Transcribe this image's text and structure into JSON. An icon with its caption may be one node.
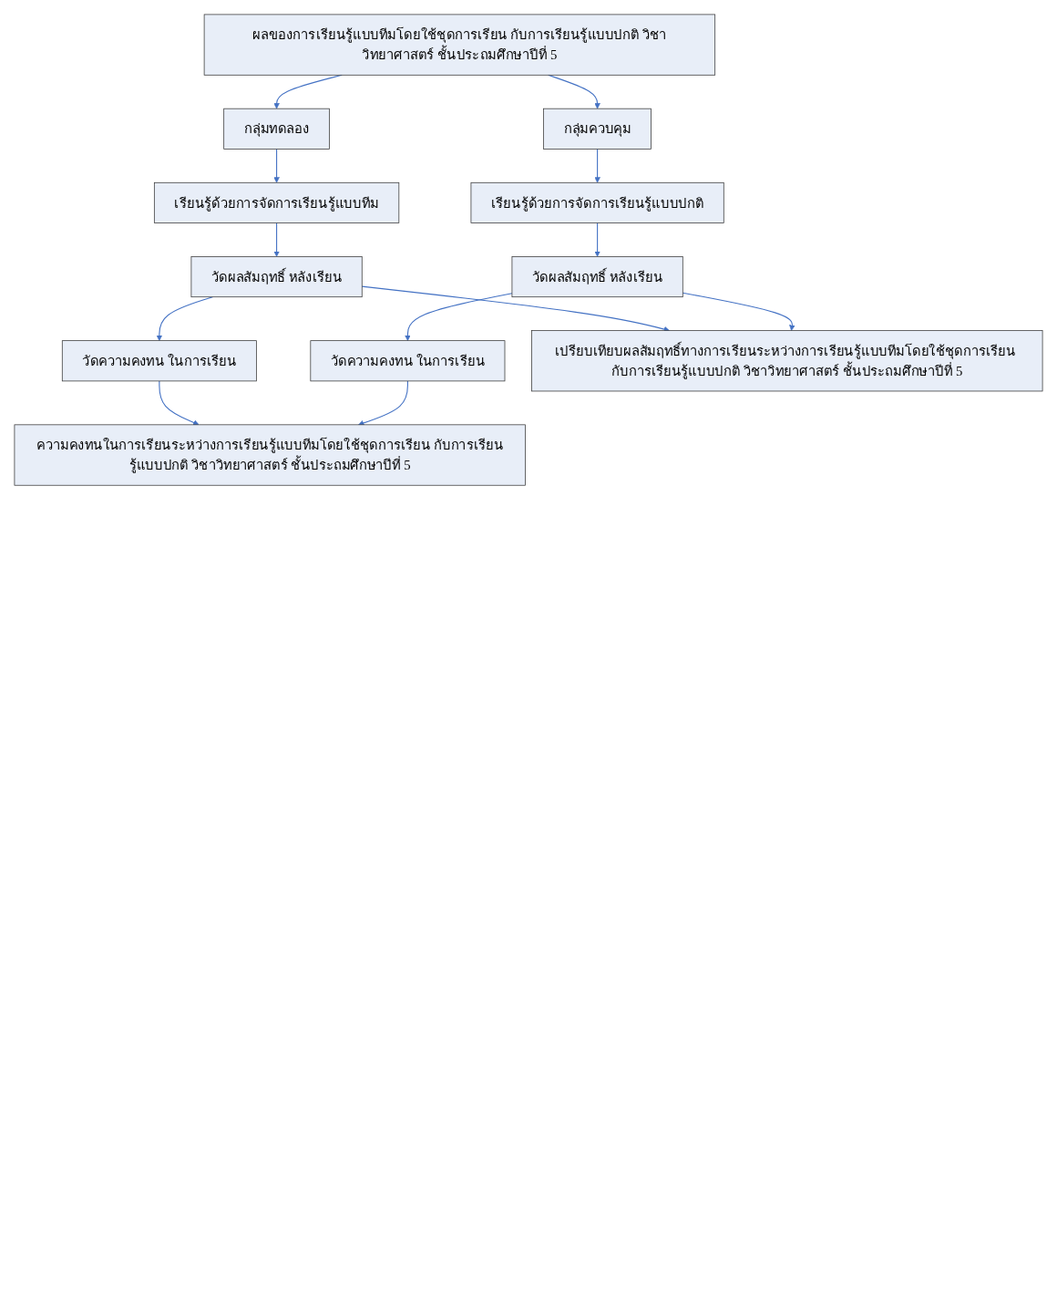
{
  "diagram": {
    "nodes": [
      {
        "text": [
          "ผลของการเรียนรู้แบบทีมโดยใช้ชุดการเรียน กับการเรียนรู้แบบปกติ วิชาวิทยาศาสตร์ ชั้นประถมศึกษาปีที่ 5"
        ]
      },
      {
        "text": [
          "กลุ่มทดลอง"
        ]
      },
      {
        "text": [
          "กลุ่มควบคุม"
        ]
      },
      {
        "text": [
          "เรียนรู้ด้วยการจัดการเรียนรู้แบบทีม"
        ]
      },
      {
        "text": [
          "เรียนรู้ด้วยการจัดการเรียนรู้แบบปกติ"
        ]
      },
      {
        "text": [
          "วัดความคงทน ในการเรียน"
        ]
      },
      {
        "text": [
          "วัดผลสัมฤทธิ์ หลังเรียน"
        ]
      },
      {
        "text": [
          "วัดผลสัมฤทธิ์ หลังเรียน"
        ]
      },
      {
        "text": [
          "วัดความคงทน ในการเรียน"
        ]
      },
      {
        "text": [
          "เปรียบเทียบผลสัมฤทธิ์ทางการเรียนระหว่างการเรียนรู้แบบทีมโดยใช้ชุดการเรียน กับการเรียนรู้แบบปกติ วิชาวิทยาศาสตร์ ชั้นประถมศึกษาปีที่ 5"
        ]
      },
      {
        "text": [
          "ความคงทนในการเรียนระหว่างการเรียนรู้แบบทีมโดยใช้ชุดการเรียน กับการเรียนรู้แบบปกติ วิชาวิทยาศาสตร์ ชั้นประถมศึกษาปีที่ 5"
        ]
      }
    ],
    "edges": [
      {
        "from": 0,
        "to": 1,
        "arrow": "to"
      },
      {
        "from": 0,
        "to": 2,
        "arrow": "to"
      },
      {
        "from": 1,
        "to": 3,
        "arrow": "to"
      },
      {
        "from": 2,
        "to": 4,
        "arrow": "to"
      },
      {
        "from": 3,
        "to": 6,
        "arrow": "to"
      },
      {
        "from": 4,
        "to": 7,
        "arrow": "to"
      },
      {
        "from": 6,
        "to": 5,
        "arrow": "to"
      },
      {
        "from": 7,
        "to": 8,
        "arrow": "to"
      },
      {
        "from": 6,
        "to": 9,
        "arrow": "to"
      },
      {
        "from": 7,
        "to": 9,
        "arrow": "to"
      },
      {
        "from": 5,
        "to": 10,
        "arrow": "to"
      },
      {
        "from": 8,
        "to": 10,
        "arrow": "to"
      }
    ]
  }
}
